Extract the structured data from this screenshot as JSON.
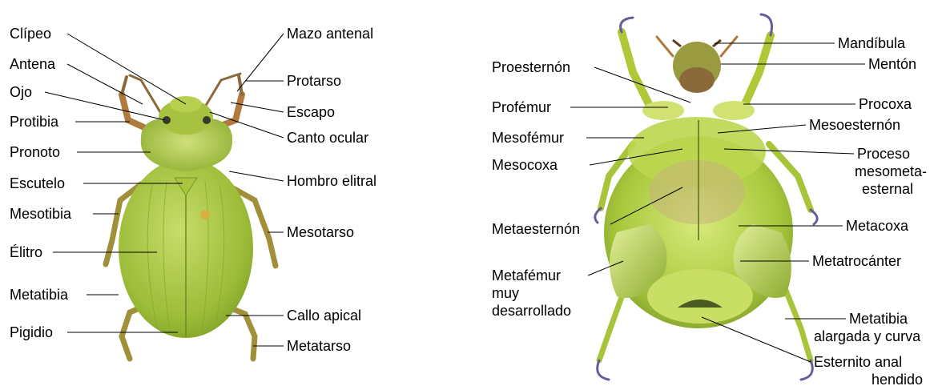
{
  "dorsal_view": {
    "labels_left": [
      "Clípeo",
      "Antena",
      "Ojo",
      "Protibia",
      "Pronoto",
      "Escutelo",
      "Mesotibia",
      "Élitro",
      "Metatibia",
      "Pigidio"
    ],
    "labels_right": [
      "Mazo antenal",
      "Protarso",
      "Escapo",
      "Canto ocular",
      "Hombro elitral",
      "Mesotarso",
      "Callo apical",
      "Metatarso"
    ]
  },
  "ventral_view": {
    "labels_left": [
      "Proesternón",
      "Profémur",
      "Mesofémur",
      "Mesocoxa",
      "Metaesternón"
    ],
    "metafemur_lines": [
      "Metafémur",
      "muy",
      "desarrollado"
    ],
    "labels_right": [
      "Mandíbula",
      "Mentón",
      "Procoxa",
      "Mesoesternón",
      "Metacoxa",
      "Metatrocánter"
    ],
    "proceso_lines": [
      "Proceso",
      "mesometa-",
      "esternal"
    ],
    "metatibia_lines": [
      "Metatibia",
      "alargada y curva"
    ],
    "esternito_lines": [
      "Esternito anal",
      "hendido"
    ]
  },
  "colors": {
    "body_green": "#9cc23a",
    "elytra_green": "#a8c640",
    "leg_brown": "#b07a3c",
    "tarsus_purple": "#6a5a9a",
    "ventral_green": "#b4d23c"
  }
}
